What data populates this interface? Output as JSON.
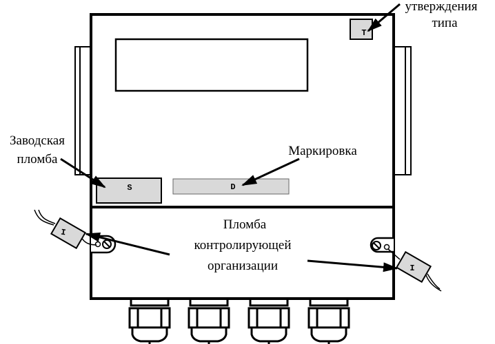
{
  "labels": {
    "type_approval": [
      "утверждения",
      "типа"
    ],
    "factory_seal": [
      "Заводская",
      "пломба"
    ],
    "marking": "Маркировка",
    "inspector_seal": [
      "Пломба",
      "контролирующей",
      "организации"
    ]
  },
  "markers": {
    "type_approval": "T",
    "factory_seal": "S",
    "marking": "D",
    "inspector_seal_left": "I",
    "inspector_seal_right": "I"
  },
  "colors": {
    "line": "#000000",
    "fill_gray": "#d9d9d9",
    "background": "#ffffff"
  },
  "cable_gland_count": 4
}
